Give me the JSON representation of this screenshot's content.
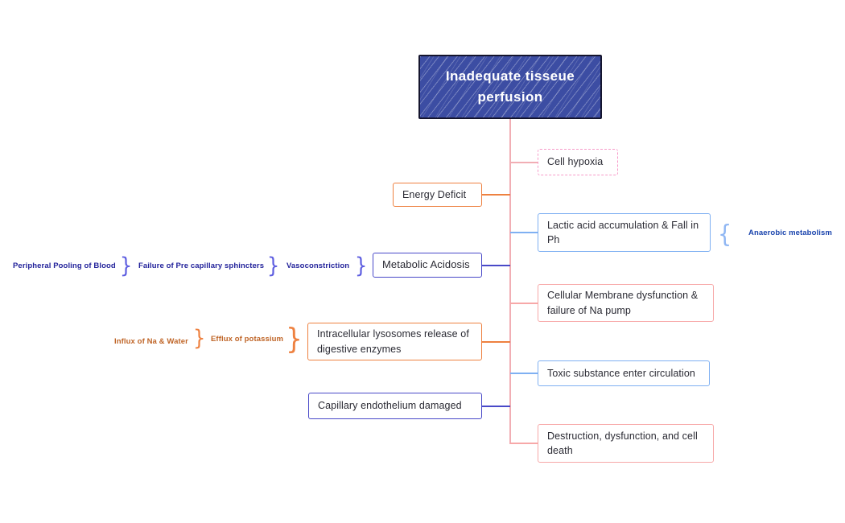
{
  "title": {
    "line1": "Inadequate tisseue",
    "line2": "perfusion"
  },
  "right_nodes": [
    {
      "label": "Cell hypoxia"
    },
    {
      "label": "Lactic acid accumulation & Fall in Ph",
      "annotation": {
        "label": "Anaerobic metabolism"
      }
    },
    {
      "label": "Cellular Membrane dysfunction & failure of Na pump"
    },
    {
      "label": "Toxic substance enter circulation"
    },
    {
      "label": "Destruction, dysfunction, and cell death"
    }
  ],
  "left_nodes": [
    {
      "label": "Energy Deficit"
    },
    {
      "label": "Metabolic Acidosis",
      "chain": [
        {
          "label": "Vasoconstriction"
        },
        {
          "label": "Failure of Pre capillary sphincters"
        },
        {
          "label": "Peripheral Pooling of Blood"
        }
      ]
    },
    {
      "label": "Intracellular lysosomes release of digestive enzymes",
      "chain": [
        {
          "label": "Efflux of potassium"
        },
        {
          "label": "Influx of Na & Water"
        }
      ]
    },
    {
      "label": "Capillary endothelium damaged"
    }
  ],
  "icons": {
    "right_brace": "}",
    "left_brace": "{"
  },
  "colors": {
    "node_fill": "#3c4da3",
    "node_border": "#15152e",
    "title_text": "#ffffff",
    "trunk": "#f1aeb4",
    "salmon": "#f7a8a8",
    "blue": "#7fb0f2",
    "indigo": "#4949c8",
    "orange": "#ee8140",
    "pink": "#f79ac8",
    "ink": "#2a2a33",
    "indigo_text": "#23239b",
    "orange_text": "#bf6426",
    "anno_blue": "#1a44ad",
    "brace_indigo": "#5d5de0",
    "brace_blue": "#8fb6f3"
  }
}
